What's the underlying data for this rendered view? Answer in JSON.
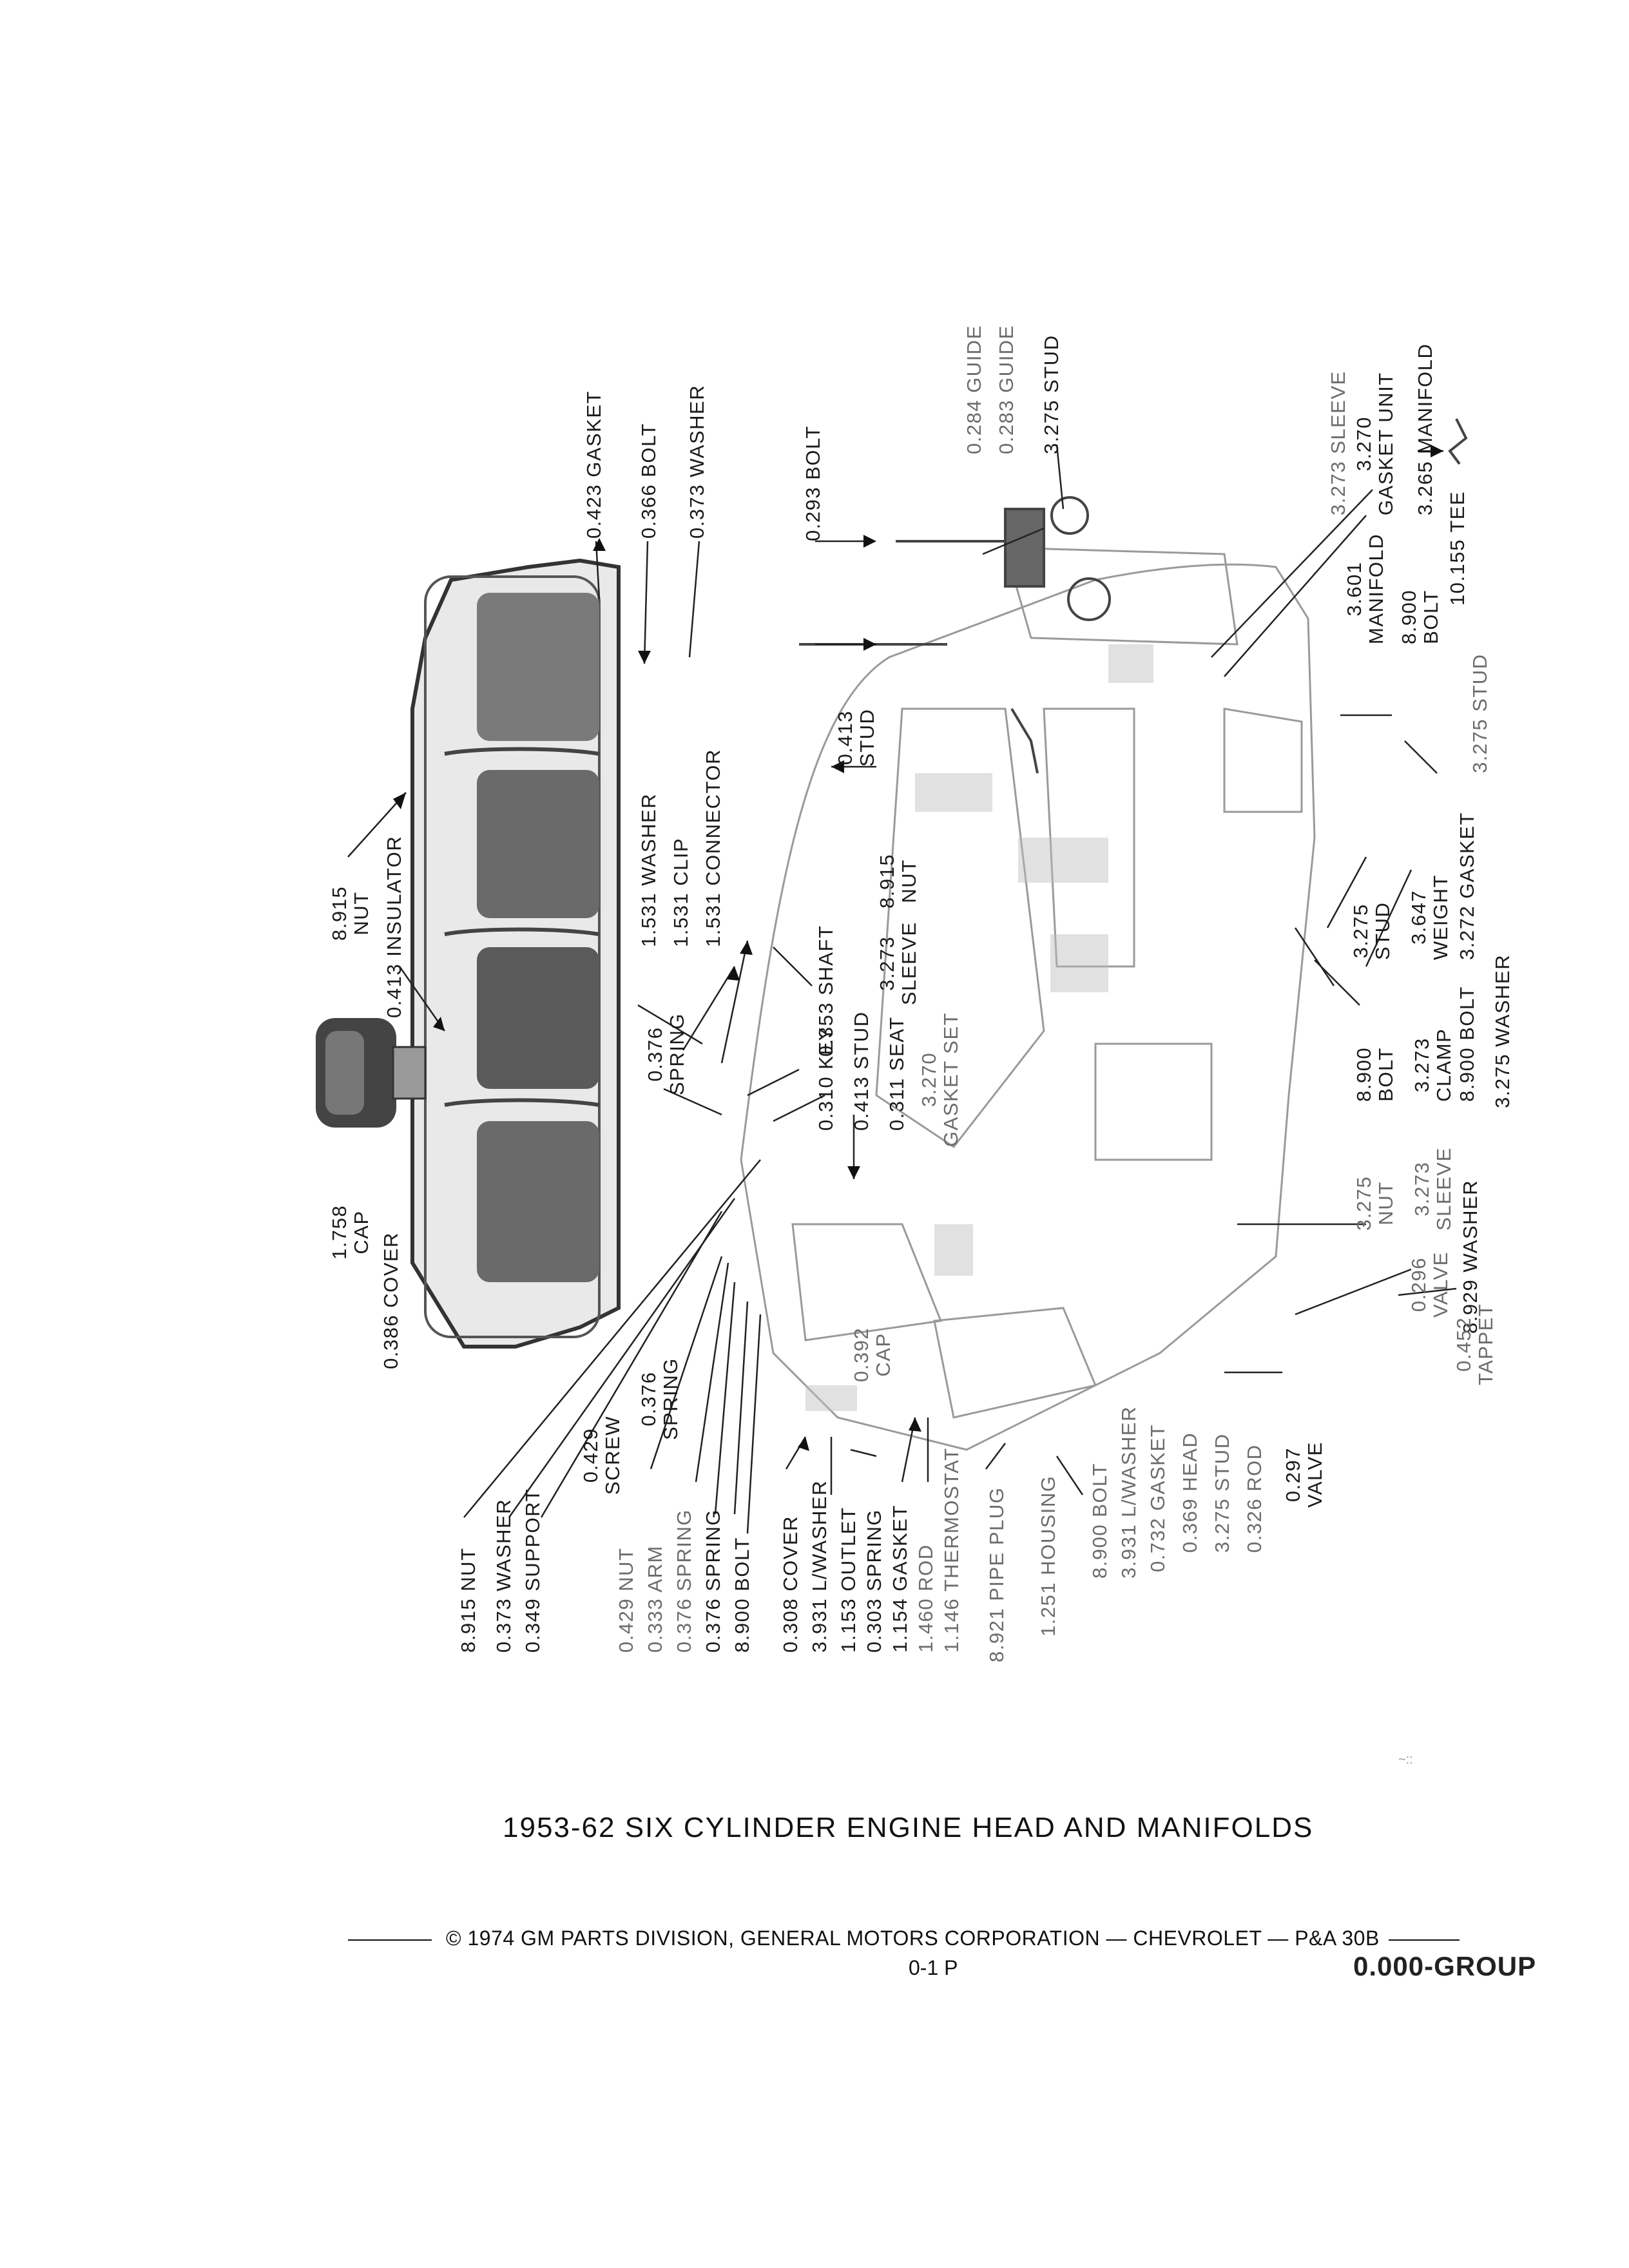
{
  "title": "1953-62 SIX CYLINDER ENGINE HEAD AND MANIFOLDS",
  "footer": {
    "copyright": "© 1974 GM PARTS DIVISION, GENERAL MOTORS CORPORATION — CHEVROLET — P&A 30B",
    "page": "0-1  P",
    "group": "0.000-GROUP"
  },
  "speck": "~::",
  "labels": {
    "gasket_0423": "0.423 GASKET",
    "bolt_0366": "0.366 BOLT",
    "washer_0373_top": "0.373 WASHER",
    "bolt_0293": "0.293 BOLT",
    "guide_0284": "0.284 GUIDE",
    "guide_0283": "0.283 GUIDE",
    "stud_3275_top": "3.275 STUD",
    "sleeve_3273_top": "3.273 SLEEVE",
    "gasket_unit_3270": [
      "3.270",
      "GASKET UNIT"
    ],
    "manifold_3265": "3.265 MANIFOLD",
    "manifold_3601": [
      "3.601",
      "MANIFOLD"
    ],
    "bolt_8900_right": [
      "8.900",
      "BOLT"
    ],
    "tee_10155": "10.155 TEE",
    "stud_0413_mid": [
      "0.413",
      "STUD"
    ],
    "stud_3275_right": "3.275 STUD",
    "nut_8915_top": [
      "8.915",
      "NUT"
    ],
    "insulator_0413": "0.413 INSULATOR",
    "washer_1531": "1.531 WASHER",
    "clip_1531": "1.531 CLIP",
    "connector_1531": "1.531 CONNECTOR",
    "nut_8915_mid": [
      "8.915",
      "NUT"
    ],
    "sleeve_3273_mid": [
      "3.273",
      "SLEEVE"
    ],
    "shaft_0353": "0.353 SHAFT",
    "stud_3275_mid": [
      "3.275",
      "STUD"
    ],
    "weight_3647": [
      "3.647",
      "WEIGHT"
    ],
    "gasket_3272": "3.272 GASKET",
    "spring_0376_a": [
      "0.376",
      "SPRING"
    ],
    "key_0310": "0.310 KEY",
    "stud_0413_b": "0.413 STUD",
    "seat_0311": "0.311 SEAT",
    "gasket_set_3270": [
      "3.270",
      "GASKET SET"
    ],
    "bolt_8900_mid": [
      "8.900",
      "BOLT"
    ],
    "clamp_3273": [
      "3.273",
      "CLAMP"
    ],
    "bolt_8900_b": "8.900 BOLT",
    "washer_3275": "3.275 WASHER",
    "nut_3275": [
      "3.275",
      "NUT"
    ],
    "sleeve_3273_low": [
      "3.273",
      "SLEEVE"
    ],
    "cap_1758": [
      "1.758",
      "CAP"
    ],
    "cover_0386": "0.386 COVER",
    "valve_0296": [
      "0.296",
      "VALVE"
    ],
    "washer_8929": "8.929 WASHER",
    "tappet_0452": [
      "0.452",
      "TAPPET"
    ],
    "cap_0392": [
      "0.392",
      "CAP"
    ],
    "screw_0429": [
      "0.429",
      "SCREW"
    ],
    "spring_0376_b": [
      "0.376",
      "SPRING"
    ],
    "nut_8915_low": "8.915 NUT",
    "washer_0373_low": "0.373 WASHER",
    "support_0349": "0.349 SUPPORT",
    "nut_0429": "0.429 NUT",
    "arm_0333": "0.333 ARM",
    "spring_0376_c": "0.376 SPRING",
    "spring_0376_d": "0.376 SPRING",
    "bolt_8900_c": "8.900 BOLT",
    "cover_0308": "0.308 COVER",
    "lwasher_3931": "3.931 L/WASHER",
    "outlet_1153": "1.153 OUTLET",
    "spring_0303": "0.303 SPRING",
    "gasket_1154": "1.154 GASKET",
    "rod_1460": "1.460 ROD",
    "thermostat_1146": "1.146 THERMOSTAT",
    "pipe_plug_8921": "8.921 PIPE PLUG",
    "housing_1251": "1.251 HOUSING",
    "bolt_8900_d": "8.900 BOLT",
    "lwasher_3931_b": "3.931 L/WASHER",
    "gasket_0732": "0.732 GASKET",
    "head_0369": "0.369 HEAD",
    "stud_3275_low": "3.275 STUD",
    "rod_0326": "0.326 ROD",
    "valve_0297": [
      "0.297",
      "VALVE"
    ]
  }
}
